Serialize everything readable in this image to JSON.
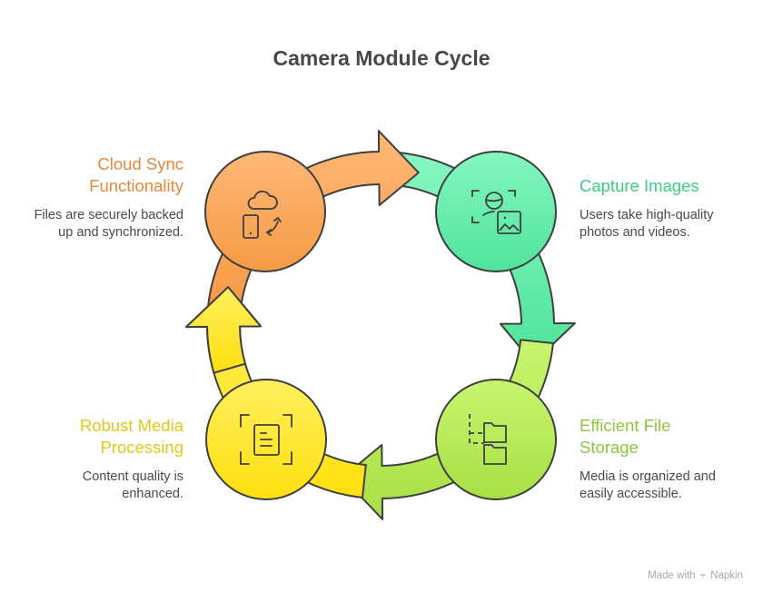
{
  "title": "Camera Module Cycle",
  "steps": [
    {
      "id": "cloud-sync",
      "title_lines": [
        "Cloud Sync",
        "Functionality"
      ],
      "description_lines": [
        "Files are securely backed",
        "up and synchronized."
      ],
      "icon": "cloud-phone-sync-icon",
      "color": "#F59A45",
      "color_light": "#FFB877",
      "title_color": "#E8883A"
    },
    {
      "id": "capture-images",
      "title_lines": [
        "Capture Images"
      ],
      "description_lines": [
        "Users take high-quality",
        "photos and videos."
      ],
      "icon": "camera-capture-icon",
      "color": "#4FE39B",
      "color_light": "#7FF7BF",
      "title_color": "#3CCB85"
    },
    {
      "id": "file-storage",
      "title_lines": [
        "Efficient File",
        "Storage"
      ],
      "description_lines": [
        "Media is organized and",
        "easily accessible."
      ],
      "icon": "folder-tree-icon",
      "color": "#A8DF45",
      "color_light": "#C8F56E",
      "title_color": "#8CC63F"
    },
    {
      "id": "media-processing",
      "title_lines": [
        "Robust Media",
        "Processing"
      ],
      "description_lines": [
        "Content quality is",
        "enhanced."
      ],
      "icon": "document-scan-icon",
      "color": "#FFE00F",
      "color_light": "#FFEF5E",
      "title_color": "#E3C81A"
    }
  ],
  "footer": {
    "made_with": "Made with",
    "brand": "Napkin",
    "icon": "napkin-logo-icon"
  }
}
